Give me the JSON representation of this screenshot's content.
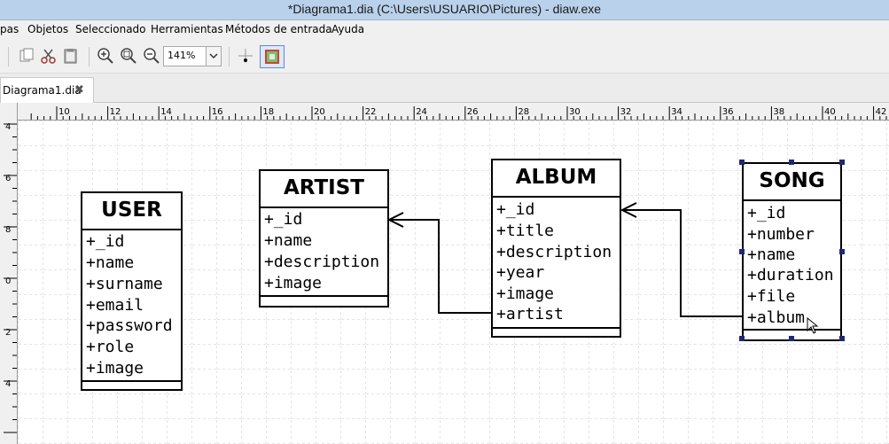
{
  "window": {
    "title": "*Diagrama1.dia (C:\\Users\\USUARIO\\Pictures) - diaw.exe"
  },
  "menu": {
    "items": [
      "pas",
      "Objetos",
      "Seleccionado",
      "Herramientas",
      "Métodos de entrada",
      "Ayuda"
    ]
  },
  "toolbar": {
    "zoom_value": "141%"
  },
  "tabs": [
    {
      "label": "Diagrama1.dia"
    }
  ],
  "hruler": {
    "labels": [
      "10",
      "12",
      "14",
      "16",
      "18",
      "20",
      "22",
      "24",
      "26",
      "28",
      "30",
      "32",
      "34",
      "36",
      "38",
      "40",
      "42"
    ]
  },
  "vruler": {
    "labels": [
      "4",
      "6",
      "8",
      "0",
      "2",
      "4"
    ]
  },
  "diagram": {
    "user": {
      "name": "USER",
      "attrs": [
        "+_id",
        "+name",
        "+surname",
        "+email",
        "+password",
        "+role",
        "+image"
      ]
    },
    "artist": {
      "name": "ARTIST",
      "attrs": [
        "+_id",
        "+name",
        "+description",
        "+image"
      ]
    },
    "album": {
      "name": "ALBUM",
      "attrs": [
        "+_id",
        "+title",
        "+description",
        "+year",
        "+image",
        "+artist"
      ]
    },
    "song": {
      "name": "SONG",
      "attrs": [
        "+_id",
        "+number",
        "+name",
        "+duration",
        "+file",
        "+album"
      ]
    }
  },
  "colors": {
    "titlebar": "#b9d1ea",
    "selection_handle": "#1c2a70",
    "grid": "#c8c8c8"
  }
}
